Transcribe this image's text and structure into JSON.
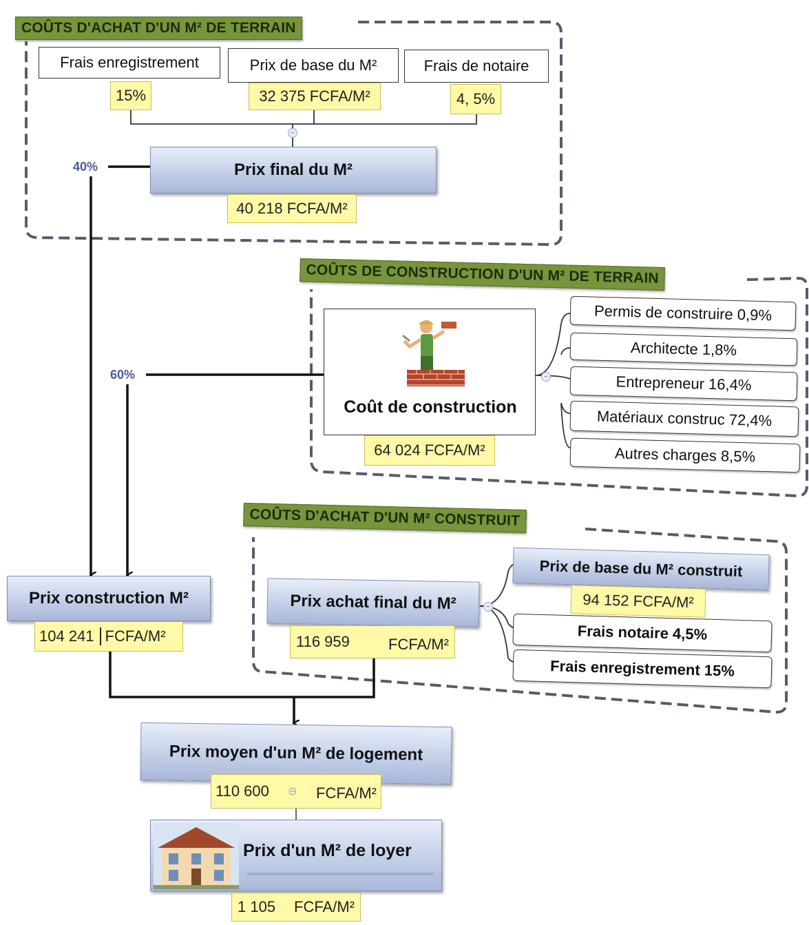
{
  "colors": {
    "section_green": "#77953a",
    "value_yellow": "#fff9a8",
    "node_blue": "#c4cfe8",
    "percent_blue": "#4a5a9c"
  },
  "terrain": {
    "title": "COÛTS D'ACHAT D'UN M² DE TERRAIN",
    "frais_enregistrement": {
      "label": "Frais enregistrement",
      "value": "15%"
    },
    "prix_base": {
      "label": "Prix de base du M²",
      "value": "32 375 FCFA/M²"
    },
    "frais_notaire": {
      "label": "Frais de notaire",
      "value": "4, 5%"
    },
    "prix_final": {
      "label": "Prix final du M²",
      "value": "40 218 FCFA/M²"
    },
    "share": "40%"
  },
  "construction": {
    "title": "COÛTS DE CONSTRUCTION D'UN M² DE TERRAIN",
    "node": {
      "label": "Coût de construction",
      "value": "64 024 FCFA/M²",
      "icon": "construction-worker-icon"
    },
    "share": "60%",
    "items": [
      {
        "label": "Permis de construire 0,9%"
      },
      {
        "label": "Architecte   1,8%"
      },
      {
        "label": "Entrepreneur  16,4%"
      },
      {
        "label": "Matériaux construc 72,4%"
      },
      {
        "label": "Autres charges  8,5%"
      }
    ]
  },
  "construit": {
    "title": "COÛTS D'ACHAT D'UN M² CONSTRUIT",
    "prix_achat_final": {
      "label": "Prix achat final du M²",
      "value_number": "116 959",
      "value_unit": "FCFA/M²"
    },
    "prix_base": {
      "label": "Prix de base du M² construit",
      "value": "94 152 FCFA/M²"
    },
    "frais_notaire": {
      "label": "Frais notaire 4,5%"
    },
    "frais_enregistrement": {
      "label": "Frais enregistrement 15%"
    }
  },
  "prix_construction": {
    "label": "Prix construction M²",
    "value_number": "104 241",
    "value_unit": "FCFA/M²"
  },
  "prix_moyen": {
    "label": "Prix moyen d'un M² de logement",
    "value_number": "110 600",
    "value_unit": "FCFA/M²"
  },
  "loyer": {
    "label": "Prix d'un M² de loyer",
    "value_number": "1 105",
    "value_unit": "FCFA/M²",
    "icon": "house-icon"
  }
}
